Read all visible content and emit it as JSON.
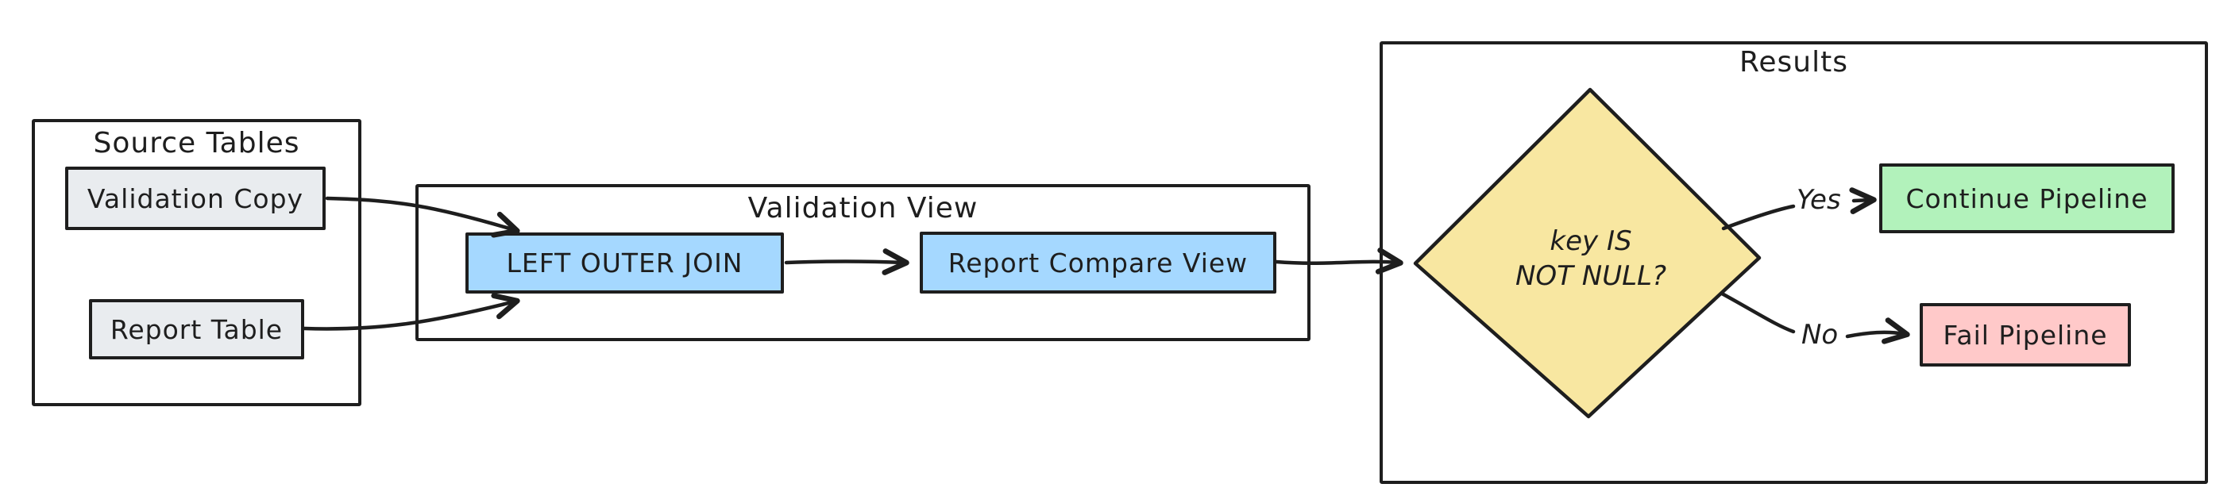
{
  "diagram": {
    "source_tables": {
      "title": "Source Tables",
      "validation_copy_label": "Validation Copy",
      "report_table_label": "Report Table"
    },
    "validation_view": {
      "title": "Validation View",
      "left_outer_join_label": "LEFT OUTER JOIN",
      "report_compare_view_label": "Report Compare View"
    },
    "results": {
      "title": "Results",
      "decision_line1": "key IS",
      "decision_line2": "NOT NULL?",
      "yes_label": "Yes",
      "no_label": "No",
      "continue_label": "Continue Pipeline",
      "fail_label": "Fail Pipeline"
    },
    "colors": {
      "stroke": "#1e1e1e",
      "table_gray": "#e9ecef",
      "view_blue": "#a5d8ff",
      "decision_yellow": "#f8e7a1",
      "continue_green": "#b2f2bb",
      "fail_red": "#ffc9c9",
      "background": "#ffffff"
    }
  }
}
